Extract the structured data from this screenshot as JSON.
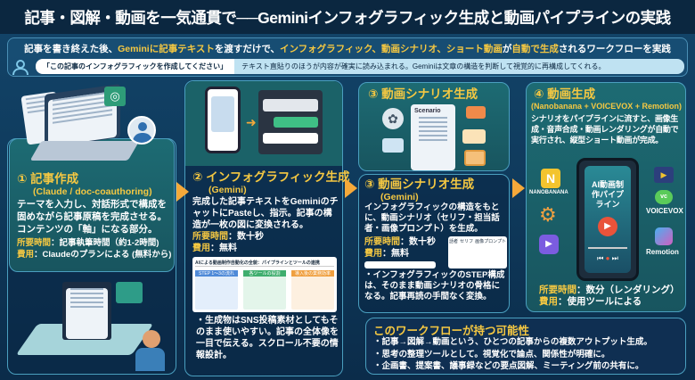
{
  "title": "記事・図解・動画を一気通貫で──Geminiインフォグラフィック生成と動画パイプラインの実践",
  "subheader": {
    "parts": [
      "記事を書き終えた後、",
      "Geminiに記事テキスト",
      "を渡すだけで、",
      "インフォグラフィック、動画シナリオ、ショート動画",
      "が",
      "自動で生成",
      "されるワークフローを実践"
    ],
    "quote": "「この記事のインフォグラフィックを作成してください」",
    "note": "テキスト直貼りのほうが内容が確実に読み込まれる。Geminiは文章の構造を判断して視覚的に再構成してくれる。"
  },
  "steps": [
    {
      "title": "① 記事作成",
      "tool": "(Claude / doc-coauthoring)",
      "body": "テーマを入力し、対話形式で構成を固めながら記事原稿を完成させる。コンテンツの「軸」になる部分。",
      "time_label": "所要時間",
      "time": "：記事執筆時間（約1-2時間)",
      "cost_label": "費用",
      "cost": "：Claudeのプランによる (無料から)"
    },
    {
      "title": "② インフォグラフィック生成",
      "tool": "(Gemini)",
      "body": "完成した記事テキストをGeminiのチャットにPasteし、指示。記事の構造が一枚の図に変換される。",
      "time_label": "所要時間",
      "time": "：数十秒",
      "cost_label": "費用",
      "cost": "：無料",
      "thumb_title": "AIによる動画制作自動化の全貌：パイプラインとツールの連携",
      "thumb_cols": [
        "STEP 1〜3の流れ",
        "各ツールの役割",
        "導入後の業務効率"
      ],
      "note": "・生成物はSNS投稿素材としてもそのまま使いやすい。記事の全体像を一目で伝える。スクロール不要の情報設計。"
    },
    {
      "title": "③ 動画シナリオ生成",
      "tool": "(Gemini)",
      "scenario_label": "Scenario",
      "body": "インフォグラフィックの構造をもとに、動画シナリオ（セリフ・担当話者・画像プロンプト）を生成。",
      "time_label": "所要時間",
      "time": "：数十秒",
      "cost_label": "費用",
      "cost": "：無料",
      "table_headers": [
        "話者",
        "セリフ",
        "画像プロンプト"
      ],
      "note": "・インフォグラフィックのSTEP構成は、そのまま動画シナリオの骨格になる。記事再読の手間なく変換。"
    },
    {
      "title": "④ 動画生成",
      "tool": "(Nanobanana + VOICEVOX + Remotion)",
      "body": "シナリオをパイプラインに流すと、画像生成・音声合成・動画レンダリングが自動で実行され、縦型ショート動画が完成。",
      "phone_title": "AI動画制作パイプライン",
      "tools": [
        "NANOBANANA",
        "VOICEVOX",
        "Remotion"
      ],
      "time_label": "所要時間",
      "time": "：数分（レンダリング）",
      "cost_label": "費用",
      "cost": "：使用ツールによる"
    }
  ],
  "possibilities": {
    "title": "このワークフローが持つ可能性",
    "items": [
      "・記事→図解→動画という、ひとつの記事からの複数アウトプット生成。",
      "・思考の整理ツールとして。視覚化で論点、関係性が明確に。",
      "・企画書、提案書、議事録などの要点図解、ミーティング前の共有に。"
    ]
  },
  "colors": {
    "accent": "#f5c842",
    "arrow": "#f5a93a",
    "navy": "#0b2740"
  }
}
